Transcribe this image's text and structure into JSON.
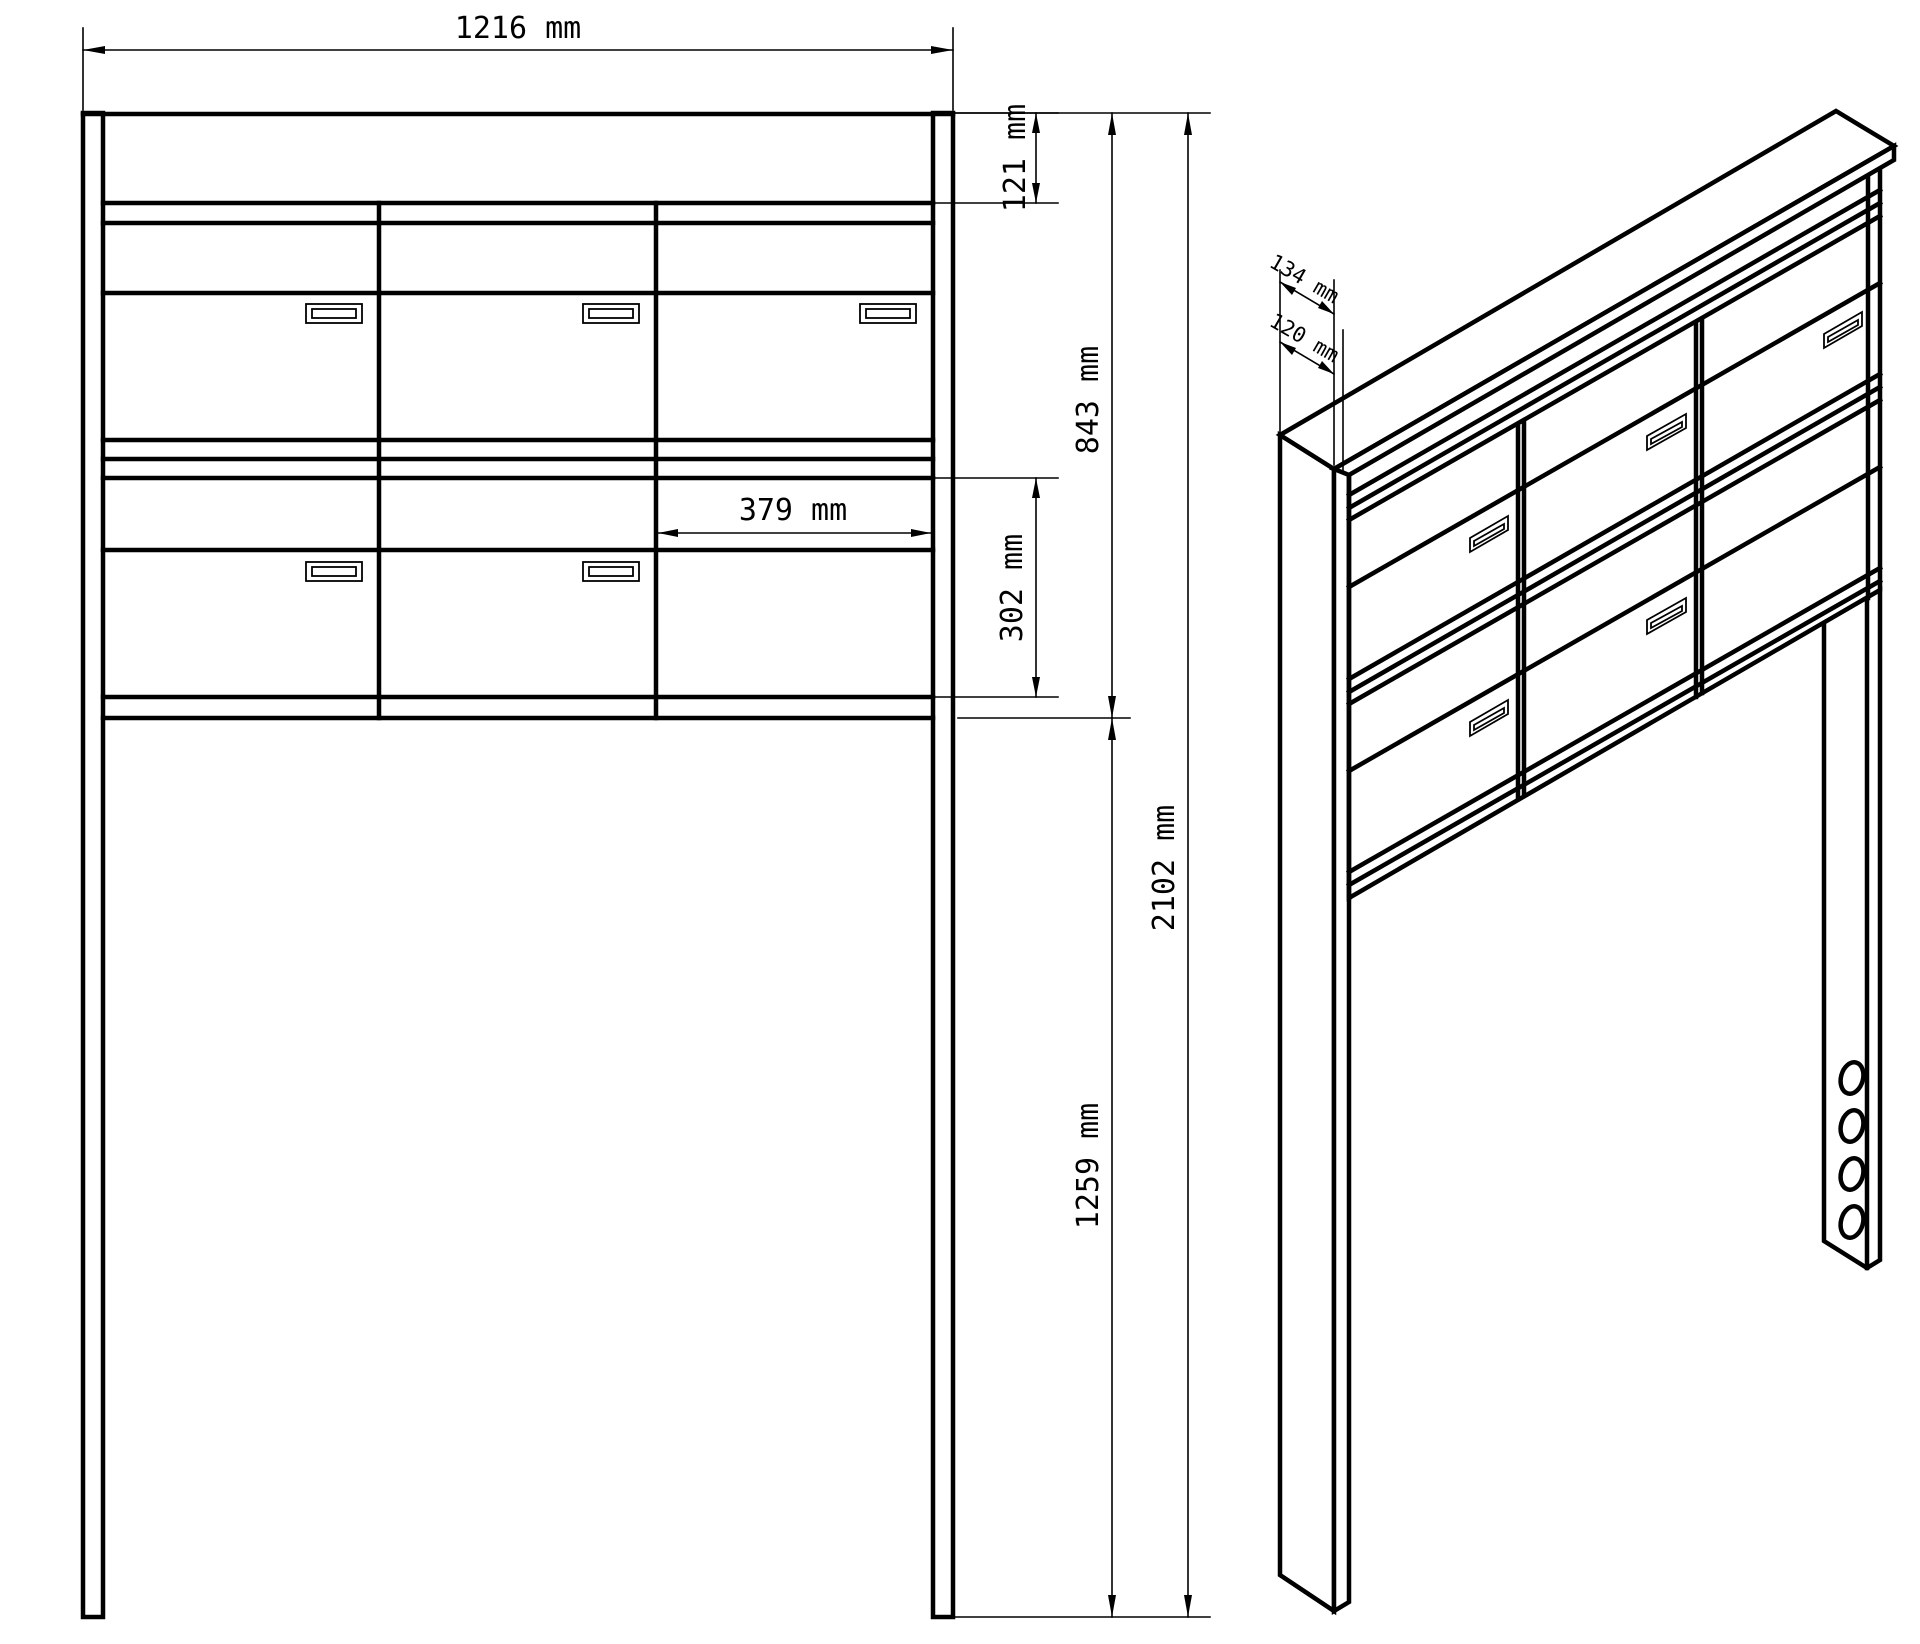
{
  "front_view": {
    "dimensions": {
      "total_width": "1216 mm",
      "top_panel_height": "121 mm",
      "box_unit_height": "843 mm",
      "compartment_height": "302 mm",
      "compartment_width": "379 mm",
      "leg_height": "1259 mm",
      "total_height": "2102 mm"
    }
  },
  "iso_view": {
    "dimensions": {
      "post_outer_depth": "134 mm",
      "post_inner_depth": "120 mm"
    }
  }
}
